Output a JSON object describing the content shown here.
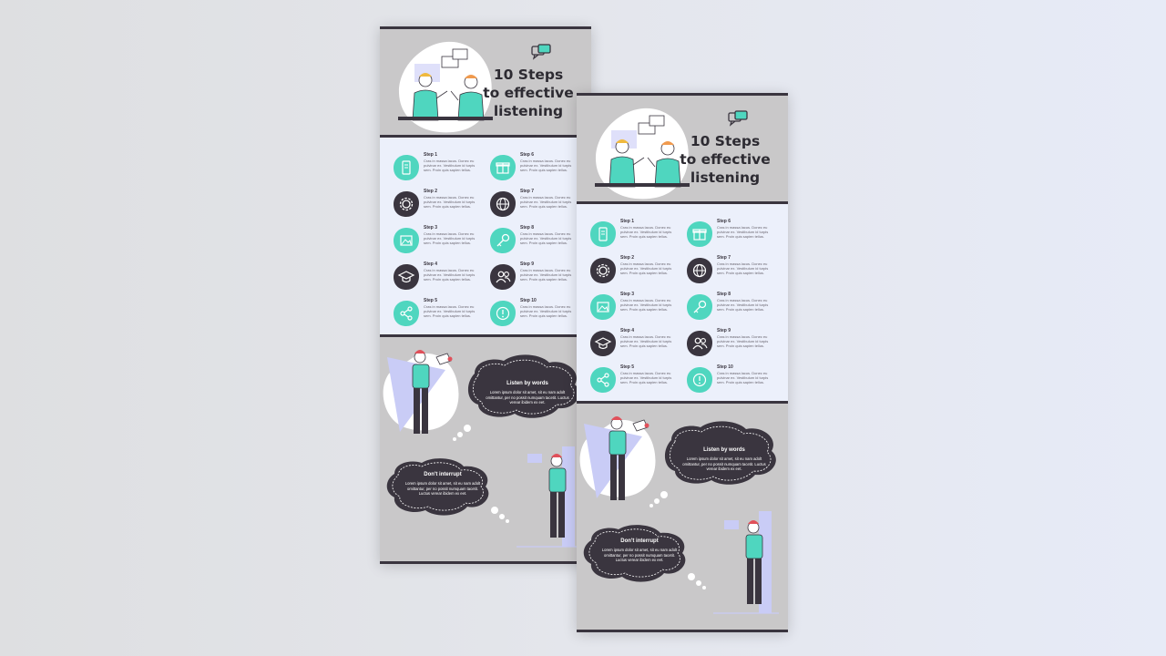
{
  "title_lines": [
    "10 Steps",
    "to effective",
    "listening"
  ],
  "steps": [
    {
      "label": "Step 1",
      "icon": "document-icon",
      "shape": "teal",
      "text": "Cras in massa lacus. Donec eu pulvinar ex. Vestibulum id turpis sem. Proin quis sapien tellus."
    },
    {
      "label": "Step 2",
      "icon": "gear-icon",
      "shape": "dark",
      "text": "Cras in massa lacus. Donec eu pulvinar ex. Vestibulum id turpis sem. Proin quis sapien tellus."
    },
    {
      "label": "Step 3",
      "icon": "image-icon",
      "shape": "teal",
      "text": "Cras in massa lacus. Donec eu pulvinar ex. Vestibulum id turpis sem. Proin quis sapien tellus."
    },
    {
      "label": "Step 4",
      "icon": "graduation-cap-icon",
      "shape": "dark",
      "text": "Cras in massa lacus. Donec eu pulvinar ex. Vestibulum id turpis sem. Proin quis sapien tellus."
    },
    {
      "label": "Step 5",
      "icon": "share-icon",
      "shape": "teal",
      "text": "Cras in massa lacus. Donec eu pulvinar ex. Vestibulum id turpis sem. Proin quis sapien tellus."
    },
    {
      "label": "Step 6",
      "icon": "gift-icon",
      "shape": "teal",
      "text": "Cras in massa lacus. Donec eu pulvinar ex. Vestibulum id turpis sem. Proin quis sapien tellus."
    },
    {
      "label": "Step 7",
      "icon": "globe-icon",
      "shape": "dark",
      "text": "Cras in massa lacus. Donec eu pulvinar ex. Vestibulum id turpis sem. Proin quis sapien tellus."
    },
    {
      "label": "Step 8",
      "icon": "key-icon",
      "shape": "teal",
      "text": "Cras in massa lacus. Donec eu pulvinar ex. Vestibulum id turpis sem. Proin quis sapien tellus."
    },
    {
      "label": "Step 9",
      "icon": "users-icon",
      "shape": "dark",
      "text": "Cras in massa lacus. Donec eu pulvinar ex. Vestibulum id turpis sem. Proin quis sapien tellus."
    },
    {
      "label": "Step 10",
      "icon": "alert-icon",
      "shape": "teal",
      "text": "Cras in massa lacus. Donec eu pulvinar ex. Vestibulum id turpis sem. Proin quis sapien tellus."
    }
  ],
  "cloud_top": {
    "heading": "Listen by words",
    "body": "Lorem ipsum dolor sit amet, sit eu nam adolt omittantur, per no possit numquam tacetit. Luctus verear ibidem ex eet."
  },
  "cloud_bottom": {
    "heading": "Don't interrupt",
    "body": "Lorem ipsum dolor sit amet, sit eu nam adolt omittantur, per no possit numquam tacetit. Luctus verear ibidem ex eet."
  },
  "colors": {
    "teal": "#4fd6bf",
    "dark": "#3a353f",
    "panel_gray": "#c9c8c9",
    "steps_bg": "#ecf0fb",
    "lavender": "#c9ccf6",
    "accent_red": "#e0505a"
  }
}
